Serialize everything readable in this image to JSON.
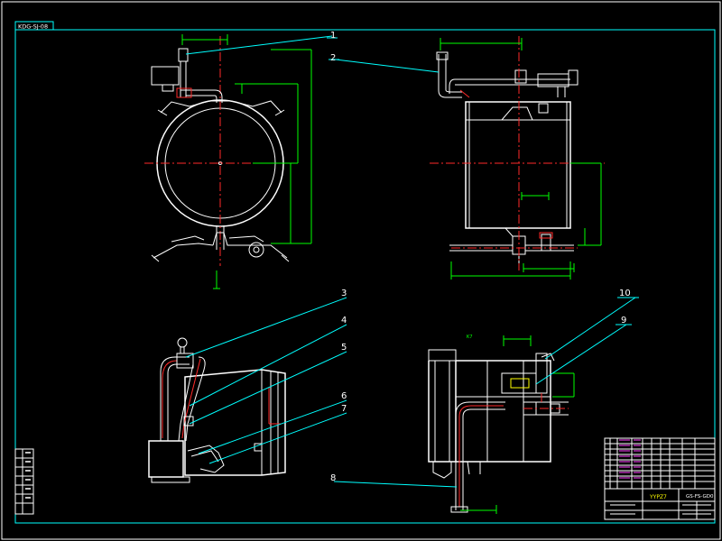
{
  "drawing": {
    "code_top": "KDG-SJ-08",
    "code_bottom": "GS-FS-GD0",
    "title_block_name": "YYPZ7",
    "section_label": "K7"
  },
  "callouts": [
    "1",
    "2",
    "3",
    "4",
    "5",
    "6",
    "7",
    "8",
    "9",
    "10"
  ],
  "colors": {
    "background": "#000000",
    "frame": "#00ffff",
    "outline": "#ffffff",
    "centerline": "#ff2a2a",
    "dimension": "#00ff00",
    "leader": "#00ffff"
  }
}
